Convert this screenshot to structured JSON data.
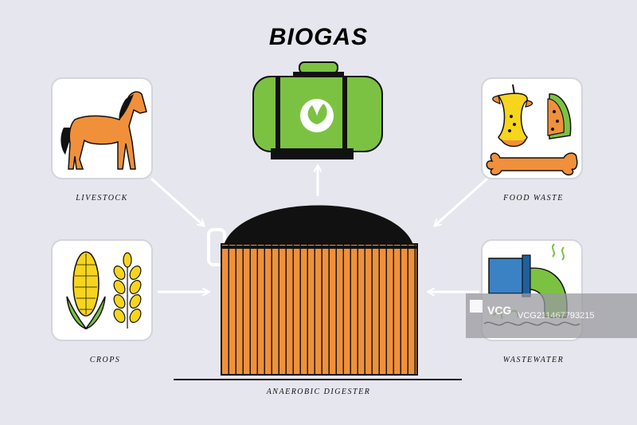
{
  "title": "BIOGAS",
  "sources": {
    "livestock": "LIVESTOCK",
    "crops": "CROPS",
    "food_waste": "FOOD WASTE",
    "wastewater": "WASTEWATER"
  },
  "digester_label": "ANAEROBIC DIGESTER",
  "watermark": {
    "brand": "VCG",
    "id": "VCG211467793215"
  },
  "colors": {
    "background": "#e6e6ee",
    "digester_body": "#f0903a",
    "tank_green": "#7cc242",
    "horse": "#f0903a",
    "corn": "#f7d51d",
    "pipe_blue": "#3b82c4"
  },
  "icons": [
    "horse-icon",
    "corn-icon",
    "wheat-icon",
    "apple-core-icon",
    "watermelon-slice-icon",
    "bone-icon",
    "pipe-icon",
    "leaf-icon"
  ]
}
